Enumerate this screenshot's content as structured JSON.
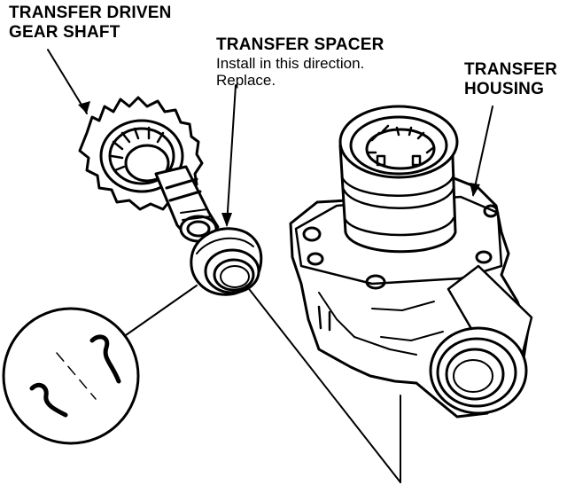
{
  "labels": {
    "shaft": "TRANSFER DRIVEN GEAR SHAFT",
    "spacer_title": "TRANSFER SPACER",
    "spacer_note1": "Install in this direction.",
    "spacer_note2": "Replace.",
    "housing": "TRANSFER HOUSING"
  }
}
